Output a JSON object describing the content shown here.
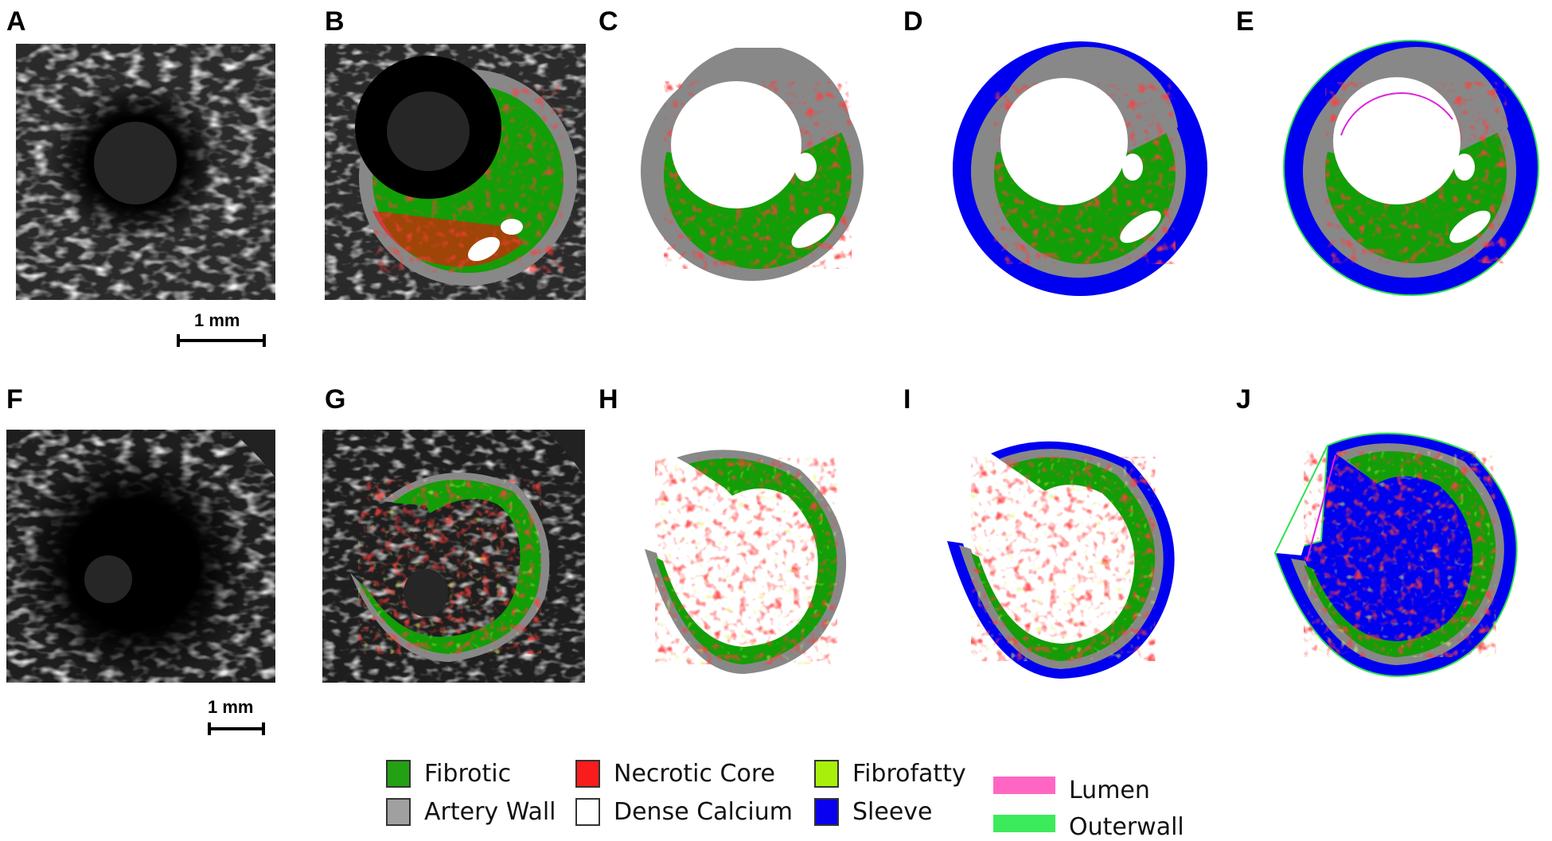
{
  "figure": {
    "panels_top": [
      {
        "label": "A",
        "type": "ivus-grayscale"
      },
      {
        "label": "B",
        "type": "ivus-overlay"
      },
      {
        "label": "C",
        "type": "segmentation"
      },
      {
        "label": "D",
        "type": "segmentation-with-sleeve"
      },
      {
        "label": "E",
        "type": "segmentation-with-contours"
      }
    ],
    "panels_bottom": [
      {
        "label": "F",
        "type": "ivus-grayscale"
      },
      {
        "label": "G",
        "type": "ivus-overlay"
      },
      {
        "label": "H",
        "type": "segmentation"
      },
      {
        "label": "I",
        "type": "segmentation-with-sleeve"
      },
      {
        "label": "J",
        "type": "segmentation-with-contours"
      }
    ],
    "scale_bars": [
      {
        "label": "1 mm"
      },
      {
        "label": "1 mm"
      }
    ]
  },
  "legend": {
    "items": [
      {
        "label": "Fibrotic",
        "color": "#24a014",
        "kind": "box"
      },
      {
        "label": "Artery Wall",
        "color": "#a0a0a0",
        "kind": "box"
      },
      {
        "label": "Necrotic Core",
        "color": "#f81c1c",
        "kind": "box"
      },
      {
        "label": "Dense Calcium",
        "color": "#ffffff",
        "kind": "box"
      },
      {
        "label": "Fibrofatty",
        "color": "#a8f00c",
        "kind": "box"
      },
      {
        "label": "Sleeve",
        "color": "#0a00f0",
        "kind": "box"
      },
      {
        "label": "Lumen",
        "color": "#ff66c4",
        "kind": "line"
      },
      {
        "label": "Outerwall",
        "color": "#3ceb5c",
        "kind": "line"
      }
    ]
  },
  "colors": {
    "fibrotic": "#129e06",
    "artery_wall": "#888888",
    "necrotic": "#ff0a0a",
    "calcium": "#ffffff",
    "fibrofatty": "#c8f01a",
    "sleeve": "#0000f0",
    "lumen_line": "#e020e0",
    "outerwall_line": "#30e050",
    "catheter": "#262626"
  }
}
